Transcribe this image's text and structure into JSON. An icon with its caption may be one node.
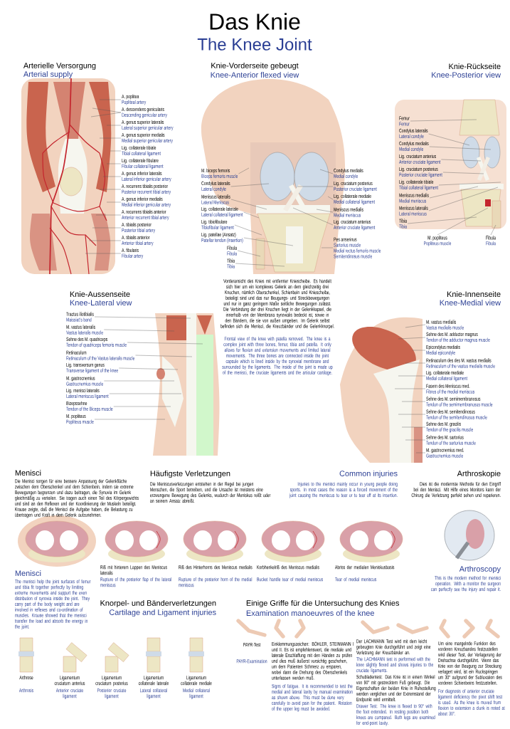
{
  "diagram": {
    "title": "Das Knie",
    "nodes": [
      {
        "text": [
          "A. poplitea",
          "Popliteal artery"
        ]
      },
      {
        "text": [
          "A. descendens genicularis",
          "Descending genicular artery"
        ]
      },
      {
        "text": [
          "A. genus superior lateralis",
          "Lateral superior genicular artery"
        ]
      },
      {
        "text": [
          "A. genus superior medialis",
          "Medial superior genicular artery"
        ]
      },
      {
        "text": [
          "Lig. collaterale tibiale",
          "Tibial collateral ligament"
        ]
      },
      {
        "text": [
          "Lig. collaterale fibulare",
          "Fibular collateral ligament"
        ]
      },
      {
        "text": [
          "A. genus inferior lateralis",
          "Lateral inferior genicular artery"
        ]
      },
      {
        "text": [
          "A. recurrens tibialis posterior",
          "Posterior recurrent tibial artery"
        ]
      },
      {
        "text": [
          "A. genus inferior medialis",
          "Medial inferior genicular artery"
        ]
      },
      {
        "text": [
          "A. recurrens tibialis anterior",
          "Anterior recurrent tibial artery"
        ]
      },
      {
        "text": [
          "A. tibialis posterior",
          "Posterior tibial artery"
        ]
      },
      {
        "text": [
          "A. tibialis anterior",
          "Anterior tibial artery"
        ]
      },
      {
        "text": [
          "A. fibularis",
          "Fibular artery"
        ]
      },
      {
        "text": [
          "M. biceps femoris",
          "Biceps femoris muscle"
        ]
      },
      {
        "text": [
          "Condylus lateralis",
          "Lateral condyle"
        ]
      },
      {
        "text": [
          "Meniscus lateralis",
          "Lateral Meniscus"
        ]
      },
      {
        "text": [
          "Lig. collaterale laterale",
          "Lateral collateral ligament"
        ]
      },
      {
        "text": [
          "Lig. tibiofibulare",
          "Tibiofibular ligament"
        ]
      },
      {
        "text": [
          "Lig. patellae (Ansatz)",
          "Patellar tendon (insertion)"
        ]
      },
      {
        "text": [
          "Fibula",
          "Fibula"
        ]
      },
      {
        "text": [
          "Tibia",
          "Tibia"
        ]
      },
      {
        "text": [
          "Condylus medialis",
          "Medial condyle"
        ]
      },
      {
        "text": [
          "Lig. cruciatum posterius",
          "Posterior cruciate ligament"
        ]
      },
      {
        "text": [
          "Lig. collaterale mediale",
          "Medial collateral ligament"
        ]
      },
      {
        "text": [
          "Meniscus medialis",
          "Medial meniscus"
        ]
      },
      {
        "text": [
          "Lig. cruciatum anterius",
          "Anterior cruciate ligament"
        ]
      },
      {
        "text": [
          "Pes anserinus",
          "Sartorius muscle",
          "Medial rectus femoris muscle",
          "Semitendinosus muscle"
        ]
      },
      {
        "text": [
          "Femur",
          "Femur"
        ]
      },
      {
        "text": [
          "Condylus lateralis",
          "Lateral condyle"
        ]
      },
      {
        "text": [
          "Condylus medialis",
          "Medial condyle"
        ]
      },
      {
        "text": [
          "Lig. cruciatum anterius",
          "Anterior cruciate ligament"
        ]
      },
      {
        "text": [
          "Lig. cruciatum posterius",
          "Posterior cruciate ligament"
        ]
      },
      {
        "text": [
          "Lig. collaterale tibiale",
          "Tibial collateral ligament"
        ]
      },
      {
        "text": [
          "Meniscus medialis",
          "Medial meniscus"
        ]
      },
      {
        "text": [
          "Meniscus lateralis",
          "Lateral meniscus"
        ]
      },
      {
        "text": [
          "Tibia",
          "Tibia"
        ]
      },
      {
        "text": [
          "M. popliteus",
          "Popliteus muscle"
        ]
      },
      {
        "text": [
          "Fibula",
          "Fibula"
        ]
      },
      {
        "text": [
          "Tractus iliotibialis",
          "Maissiat's band"
        ]
      },
      {
        "text": [
          "M. vastus lateralis",
          "Vastus lateralis muscle"
        ]
      },
      {
        "text": [
          "Sehne des M. quadriceps",
          "Tendon of quadriceps femoris muscle"
        ]
      },
      {
        "text": [
          "Retinaculum",
          "Retinaculum of the Vastus lateralis muscle"
        ]
      },
      {
        "text": [
          "Lig. transversum genus",
          "Transverse ligament of the knee"
        ]
      },
      {
        "text": [
          "M. gastrocnemius",
          "Gastrocnemius muscle"
        ]
      },
      {
        "text": [
          "Lig. menisci lateralis",
          "Lateral meniscus ligament"
        ]
      },
      {
        "text": [
          "Bizepssehne",
          "Tendon of the Biceps muscle"
        ]
      },
      {
        "text": [
          "M. popliteus",
          "Popliteus muscle"
        ]
      },
      {
        "text": [
          "M. vastus medialis",
          "Vastus medialis muscle"
        ]
      },
      {
        "text": [
          "Sehne des M. adductor magnus",
          "Tendon of the adductor magnus muscle"
        ]
      },
      {
        "text": [
          "Epicondylus medialis",
          "Medial epicondyle"
        ]
      },
      {
        "text": [
          "Retinaculum des des M. vastus medialis",
          "Retinaculum of the vastus medialis muscle"
        ]
      },
      {
        "text": [
          "Lig. collaterale mediale",
          "Medial collateral ligament"
        ]
      },
      {
        "text": [
          "Fasern des Meniscus med.",
          "Fibres of the medial meniscus"
        ]
      },
      {
        "text": [
          "Sehne des M. semimembranosus",
          "Tendon of the semimembranosus muscle"
        ]
      },
      {
        "text": [
          "Sehne des M. semitendinosus",
          "Tendon of the semitendinosus muscle"
        ]
      },
      {
        "text": [
          "Sehne des M. gracilis",
          "Tendon of the gracilis muscle"
        ]
      },
      {
        "text": [
          "Sehne des M. sartorius",
          "Tendon of the sartorius muscle"
        ]
      },
      {
        "text": [
          "M. gastrocnemius med.",
          "Gastrocnemius muscle"
        ]
      }
    ],
    "edges": [
      {
        "from": 0,
        "to": null,
        "arrow": "none"
      },
      {
        "from": 1,
        "to": null,
        "arrow": "none"
      },
      {
        "from": 1,
        "to": null,
        "arrow": "none"
      },
      {
        "from": 2,
        "to": null,
        "arrow": "none"
      },
      {
        "from": 3,
        "to": null,
        "arrow": "none"
      },
      {
        "from": 4,
        "to": null,
        "arrow": "none"
      },
      {
        "from": 5,
        "to": null,
        "arrow": "none"
      },
      {
        "from": 6,
        "to": null,
        "arrow": "none"
      },
      {
        "from": 7,
        "to": null,
        "arrow": "none"
      },
      {
        "from": 8,
        "to": null,
        "arrow": "none"
      },
      {
        "from": 9,
        "to": null,
        "arrow": "none"
      },
      {
        "from": 10,
        "to": null,
        "arrow": "none"
      },
      {
        "from": 11,
        "to": null,
        "arrow": "none"
      },
      {
        "from": 12,
        "to": null,
        "arrow": "none"
      },
      {
        "from": 13,
        "to": null,
        "arrow": "none"
      },
      {
        "from": 14,
        "to": null,
        "arrow": "none"
      },
      {
        "from": 15,
        "to": null,
        "arrow": "none"
      },
      {
        "from": 16,
        "to": null,
        "arrow": "none"
      },
      {
        "from": 17,
        "to": null,
        "arrow": "none"
      },
      {
        "from": 18,
        "to": null,
        "arrow": "none"
      },
      {
        "from": 19,
        "to": null,
        "arrow": "none"
      },
      {
        "from": 20,
        "to": null,
        "arrow": "none"
      },
      {
        "from": 21,
        "to": null,
        "arrow": "none"
      },
      {
        "from": 22,
        "to": null,
        "arrow": "none"
      },
      {
        "from": 23,
        "to": null,
        "arrow": "none"
      },
      {
        "from": 24,
        "to": null,
        "arrow": "none"
      },
      {
        "from": 25,
        "to": null,
        "arrow": "none"
      },
      {
        "from": 26,
        "to": null,
        "arrow": "none"
      },
      {
        "from": 27,
        "to": null,
        "arrow": "none"
      },
      {
        "from": 28,
        "to": null,
        "arrow": "none"
      },
      {
        "from": 29,
        "to": null,
        "arrow": "none"
      },
      {
        "from": 30,
        "to": null,
        "arrow": "none"
      },
      {
        "from": 31,
        "to": null,
        "arrow": "none"
      },
      {
        "from": 32,
        "to": null,
        "arrow": "none"
      },
      {
        "from": 33,
        "to": null,
        "arrow": "none"
      },
      {
        "from": 34,
        "to": null,
        "arrow": "none"
      },
      {
        "from": 35,
        "to": null,
        "arrow": "none"
      },
      {
        "from": 36,
        "to": null,
        "arrow": "none"
      },
      {
        "from": 37,
        "to": null,
        "arrow": "none"
      },
      {
        "from": 38,
        "to": null,
        "arrow": "none"
      },
      {
        "from": 39,
        "to": null,
        "arrow": "none"
      },
      {
        "from": 40,
        "to": null,
        "arrow": "none"
      },
      {
        "from": 41,
        "to": null,
        "arrow": "none"
      },
      {
        "from": 42,
        "to": null,
        "arrow": "none"
      },
      {
        "from": 43,
        "to": null,
        "arrow": "none"
      },
      {
        "from": 44,
        "to": null,
        "arrow": "none"
      },
      {
        "from": 45,
        "to": null,
        "arrow": "none"
      },
      {
        "from": 46,
        "to": null,
        "arrow": "none"
      },
      {
        "from": 47,
        "to": null,
        "arrow": "none"
      },
      {
        "from": 48,
        "to": null,
        "arrow": "none"
      },
      {
        "from": 49,
        "to": null,
        "arrow": "none"
      },
      {
        "from": 50,
        "to": null,
        "arrow": "none"
      },
      {
        "from": 51,
        "to": null,
        "arrow": "none"
      },
      {
        "from": 52,
        "to": null,
        "arrow": "none"
      },
      {
        "from": 53,
        "to": null,
        "arrow": "none"
      },
      {
        "from": 54,
        "to": null,
        "arrow": "none"
      },
      {
        "from": 55,
        "to": null,
        "arrow": "none"
      },
      {
        "from": 56,
        "to": null,
        "arrow": "none"
      },
      {
        "from": 57,
        "to": null,
        "arrow": "none"
      }
    ],
    "labels": [
      "The Knee Joint",
      "Arterielle Versorgung",
      "Arterial supply",
      "Knie-Vorderseite gebeugt",
      "Knee-Anterior flexed view",
      "Knie-Rückseite",
      "Knee-Posterior view",
      "Knie-Aussenseite",
      "Knee-Lateral view",
      "Vorderansicht des Knies mit entfernter Kniescheibe. Es handelt sich hier um ein komplexes Gelenk an dem gleichzeitig drei Knochen, nämlich Oberschenkel, Schienbein und Kniescheibe, beteiligt sind und das nur Beugungs- und Streckbewegungen und nur in ganz geringem Maße seitliche Bewegungen zulässt. Die Verbindung der drei Knochen liegt in der Gelenkkapsel, die innerhalb von der Membrana synovialis bedeckt ist, sowie in den Bändern, die sie von außen umgeben. Im Gelenk selbst befinden sich die Menisci, die Kreuzbänder und die Gelenkknorpel.",
      "Frontal view of the knee with patella removed. The knee is a complex joint with three bones, femur, tibia and patella. It only allows for flexion and extension movements and limited lateral movements. The three bones are connected inside the joint capsule which is lined inside by the synovial membrane and surrounded by the ligaments. The inside of the joint is made up of the menisci, the cruciate ligaments and the articular cartilage.",
      "Knie-Innenseite",
      "Knee-Medial view",
      "Menisci",
      "Die Menisci sorgen für eine bessere Anpassung der Gelenkfläche zwischen dem Oberschenkel und dem Schienbein, indem sie extreme Bewegungen begrenzen und dazu beitragen, die Synovia im Gelenk gleichmäßig zu verteilen. Sie tragen auch einen Teil des Körpergewichts und sind an den Reflexen und der Koordinierung der Muskeln beteiligt. Krause zeigte, daß die Menisci die Aufgabe haben, die Belastung zu übertragen und Kraft in dem Gelenk aufzunehmen.",
      "Häufigste Verletzungen",
      "Die Meniscusverletzungen entstehen in der Regel bei jungen Menschen, die Sport betreiben, und die Ursache ist meistens eine erzwungene Bewegung des Gelenks, wodurch der Meniskus reißt oder an seinem Ansatz abreißt.",
      "Common injuries",
      "Injuries to the menisci mainly occur in young people doing sports. In most cases the reason is a forced movement of the joint causing the meniscus to tear or to tear off at its insertion.",
      "Arthroskopie",
      "Dies ist die modernste Methode für den Eingriff bei den Menisci. Mit Hilfe eines Monitors kann der Chirurg die Verletzung perfekt sehen und reparieren.",
      "Riß mit hinterem Lappen des Meniscus lateralis",
      "Rupture of the posterior flap of the lateral meniscus",
      "Riß des Hinterhorns des Meniscus medialis",
      "Rupture of the posterior horn of the medial meniscus",
      "Korbhenkelriß des Meniscus medialis",
      "Bucket handle tear of medial meniscus",
      "Abriss der medialen Meniskusbasis",
      "Tear of medial meniscus",
      "Menisci",
      "The menisci help the joint surfaces of femur and tibia fit together perfectly by limiting extreme movements and support the even distribution of synovia inside the joint. They carry part of the body weight and are involved in reflexes and co-ordination of muscles. Krause showed that the menisci transfer the load and absorb the energy in the joint.",
      "Arthroscopy",
      "This is the modern method for menisci operation. With a monitor the surgeon can perfectly see the injury and repair it.",
      "Knorpel- und Bänderverletzungen",
      "Cartilage and Ligament injuries",
      "Einige Griffe für die Untersuchung des Knies",
      "Examination manoeuvres of the knee",
      "Arthrose",
      "Arthrosis",
      "Ligamentum cruciatum anterius",
      "Anterior cruciate ligament",
      "Ligamentum cruciatum posterius",
      "Posterior cruciate ligament",
      "Ligamentum collaterale laterale",
      "Lateral collateral ligament",
      "Ligamentum collaterale mediale",
      "Medial collateral ligament",
      "PAYR-Test",
      "PAYR-Examination",
      "Einklemmungszeichen: BÖHLER, STEINMANN I und II. Es ist empfehlenswert, die mediale und laterale Erschlaffung mit den Händen zu prüfen und dies muß äußerst vorsichtig geschehen, um dem Patienten Schmerz zu ersparen, wobei dann die Drehung des Oberschenkels unterlassen werden muß.",
      "Signs of fatigue. It is recommended to test the medial and lateral laxity by manual examination as shown above. This must be done very carefully to avoid pain for the patient. Rotation of the upper leg must be avoided.",
      "Der LACHMANN Test wird mit dem leicht gebeugten Knie durchgeführt und zeigt eine Verletzung der Kreuzbänder an.",
      "The LACHMANN test is performed with the knee slightly flexed and shows injuries to the cruciate ligaments.",
      "Schubladentest: Das Knie ist in einem Winkel von 90° mit gestrecktem Fuß gebeugt. Die Eigenschaften der beiden Knie in Ruhestellung werden verglichen und der Extremstand der Endpunkt wird ermittelt.",
      "Drawer Test: The knee is flexed to 90° with the foot extended. In resting position both knees are compared. Both legs are examined for end-point laxity.",
      "Um eine mangelnde Funktion des vorderen Kreuzbandes festzustellen wird dieser Test, der Verlagerung der Drehachse durchgeführt. Wenn das Knie von der Beugung zur Streckung verlagert wird, ist ein Ruckspringen um 30° aufgrund der Subluxation des vorderen Schienbeins festzustellen.",
      "For diagnosis of anterior cruciate ligament deficiency the pivot shift test is used. As the knee is moved from flexion to extension a clunk is noted at about 30°."
    ]
  }
}
